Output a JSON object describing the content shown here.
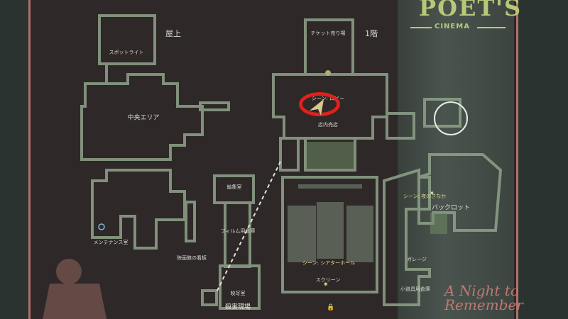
{
  "logo": {
    "title": "POET'S",
    "subtitle": "CINEMA",
    "tagline_line1": "A Night to",
    "tagline_line2": "Remember"
  },
  "floors": {
    "roof": "屋上",
    "first": "1階"
  },
  "rooms": {
    "spotlight": "スポットライト",
    "central_area": "中央エリア",
    "maintenance": "メンテナンス室",
    "cinema_sign": "映画館の看板",
    "editing": "編集室",
    "film_storage": "フィルム用倉庫",
    "projection": "映写室",
    "murder_scene": "殺害現場",
    "ticket_booth": "チケット売り場",
    "lobby_scene": "シーン: ロビー",
    "concession": "店内売店",
    "theater_scene": "シーン: シアターホール",
    "screen": "スクリーン",
    "midnight_scene": "シーン: 夜のさなか",
    "backlot": "バックロット",
    "garage": "ガレージ",
    "prop_storage": "小道具用倉庫"
  },
  "colors": {
    "wall": "#8fa38a",
    "marker": "#e0201a",
    "player": "#d8c98a",
    "poster": "#2e2828"
  }
}
